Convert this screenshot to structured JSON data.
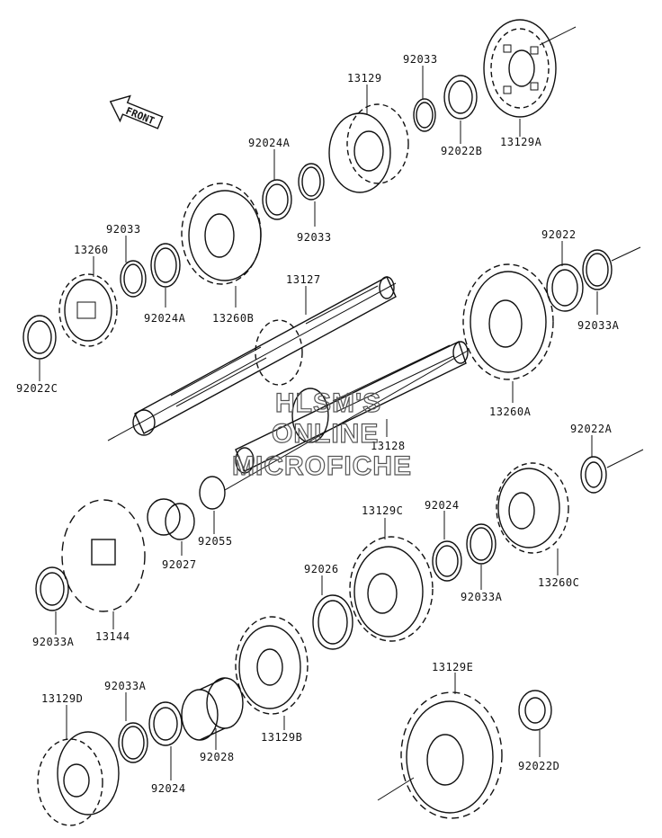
{
  "front_label": "FRONT",
  "watermark": [
    "HLSM'S",
    "ONLINE",
    "MICROFICHE"
  ],
  "labels": {
    "p92033_top": "92033",
    "p13129": "13129",
    "p92022B": "92022B",
    "p13129A": "13129A",
    "p92024A_top": "92024A",
    "p92033_mid": "92033",
    "p92033_left": "92033",
    "p13260": "13260",
    "p92024A_left": "92024A",
    "p13260B": "13260B",
    "p13127": "13127",
    "p92022C": "92022C",
    "p92022": "92022",
    "p92033A_right": "92033A",
    "p13260A": "13260A",
    "p13128": "13128",
    "p92022A": "92022A",
    "p13129C": "13129C",
    "p92024_mid": "92024",
    "p92055": "92055",
    "p92027": "92027",
    "p92026": "92026",
    "p92033A_mid": "92033A",
    "p13260C": "13260C",
    "p92033A_left": "92033A",
    "p13144": "13144",
    "p13129B": "13129B",
    "p92028": "92028",
    "p92033A_low": "92033A",
    "p13129D": "13129D",
    "p92024_low": "92024",
    "p13129E": "13129E",
    "p92022D": "92022D"
  }
}
